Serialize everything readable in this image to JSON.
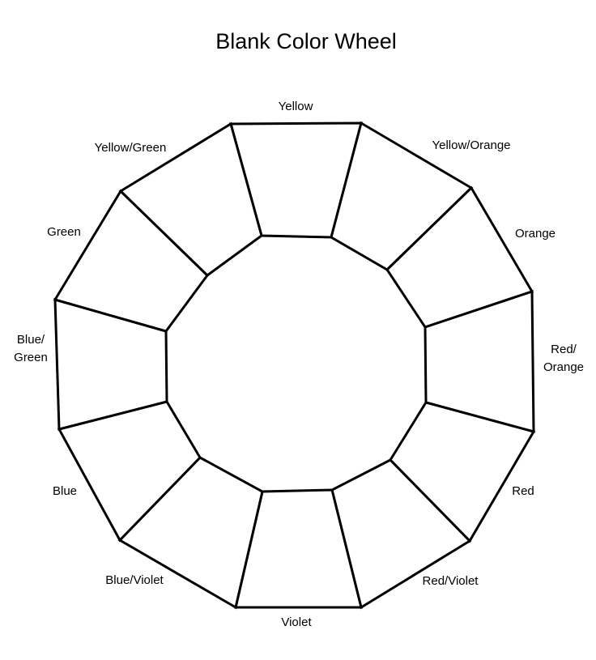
{
  "title": "Blank Color Wheel",
  "colors": {
    "stroke": "#000000",
    "background": "#ffffff"
  },
  "segments": [
    {
      "lines": [
        "Yellow"
      ]
    },
    {
      "lines": [
        "Yellow/Orange"
      ]
    },
    {
      "lines": [
        "Orange"
      ]
    },
    {
      "lines": [
        "Red/",
        "Orange"
      ]
    },
    {
      "lines": [
        "Red"
      ]
    },
    {
      "lines": [
        "Red/Violet"
      ]
    },
    {
      "lines": [
        "Violet"
      ]
    },
    {
      "lines": [
        "Blue/Violet"
      ]
    },
    {
      "lines": [
        "Blue"
      ]
    },
    {
      "lines": [
        "Blue/",
        "Green"
      ]
    },
    {
      "lines": [
        "Green"
      ]
    },
    {
      "lines": [
        "Yellow/Green"
      ]
    }
  ]
}
